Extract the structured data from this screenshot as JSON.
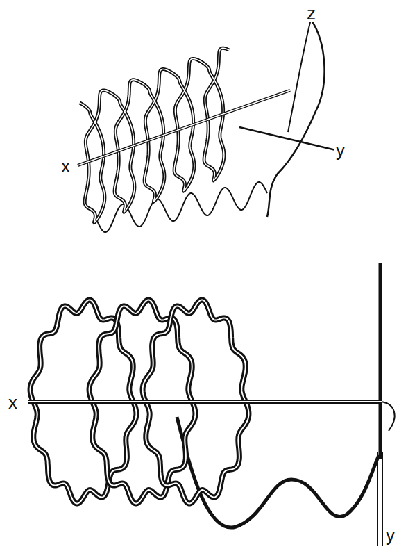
{
  "diagram": {
    "labels": [
      "z",
      "y",
      "x",
      "x",
      "y"
    ]
  }
}
